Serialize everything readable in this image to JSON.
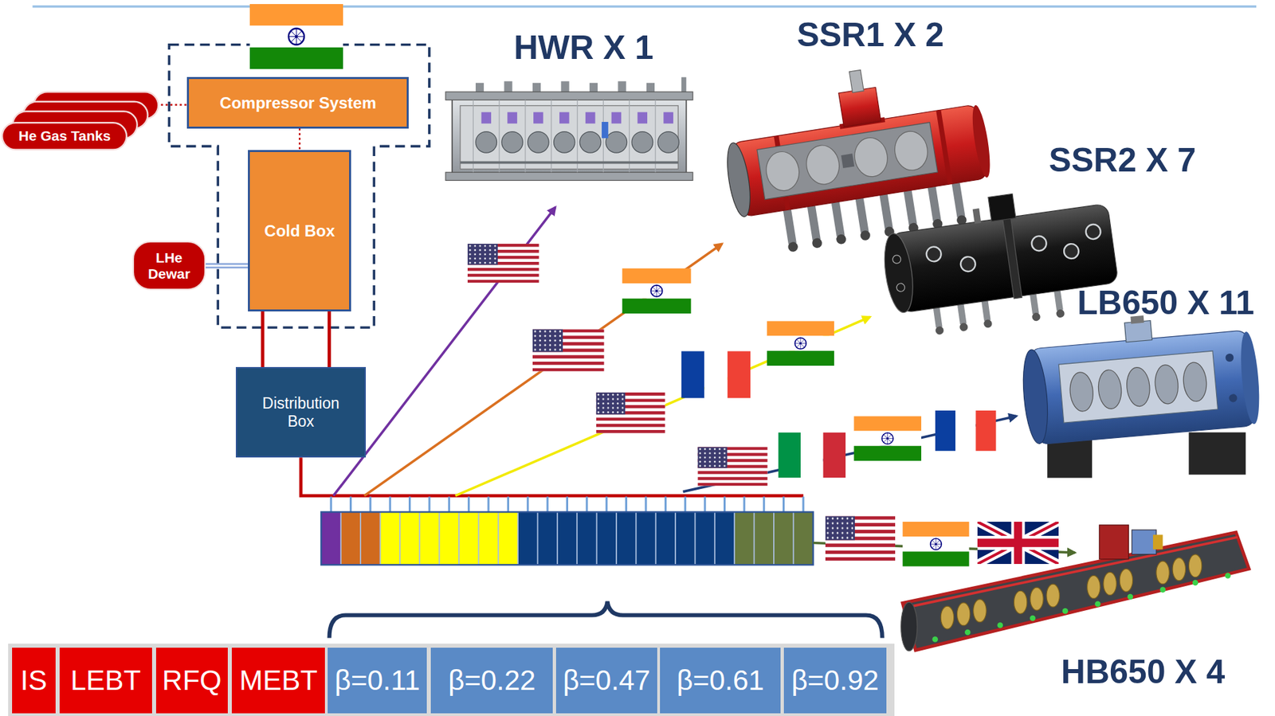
{
  "diagram": {
    "nodes": [
      {
        "text": [
          "Compressor System"
        ]
      },
      {
        "text": [
          "He Gas Tanks"
        ]
      },
      {
        "text": [
          "Cold Box"
        ]
      },
      {
        "text": [
          "LHe Dewar"
        ]
      },
      {
        "text": [
          "Distribution Box"
        ]
      },
      {
        "text": [
          "IS"
        ]
      },
      {
        "text": [
          "LEBT"
        ]
      },
      {
        "text": [
          "RFQ"
        ]
      },
      {
        "text": [
          "MEBT"
        ]
      },
      {
        "text": [
          "β=0.11"
        ]
      },
      {
        "text": [
          "β=0.22"
        ]
      },
      {
        "text": [
          "β=0.47"
        ]
      },
      {
        "text": [
          "β=0.61"
        ]
      },
      {
        "text": [
          "β=0.92"
        ]
      }
    ],
    "edges": [
      {
        "from": 1,
        "to": 0,
        "arrow": "none"
      },
      {
        "from": 0,
        "to": 2,
        "arrow": "none"
      },
      {
        "from": 3,
        "to": 2,
        "arrow": "none"
      },
      {
        "from": 2,
        "to": 4,
        "arrow": "none"
      },
      {
        "from": 2,
        "to": 4,
        "arrow": "none"
      }
    ],
    "labels": [
      "HWR X 1",
      "SSR1 X 2",
      "SSR2 X 7",
      "LB650 X 11",
      "HB650 X 4"
    ]
  }
}
